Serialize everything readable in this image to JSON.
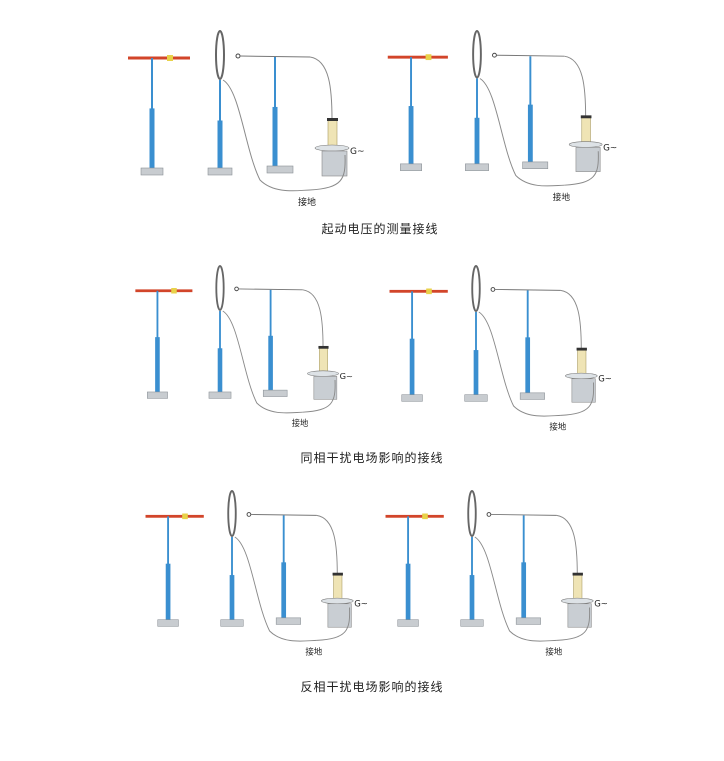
{
  "sections": [
    {
      "caption": "起动电压的测量接线",
      "ground_label": "接地",
      "generator_label": "G~"
    },
    {
      "caption": "同相干扰电场影响的接线",
      "ground_label": "接地",
      "generator_label": "G~"
    },
    {
      "caption": "反相干扰电场影响的接线",
      "ground_label": "接地",
      "generator_label": "G~"
    }
  ],
  "colors": {
    "pole": "#3a8fd0",
    "probe_bar": "#d2452a",
    "probe_mark": "#e8d24a",
    "wire": "#8a8a8a",
    "base": "#c8ccd0",
    "bushing": "#efe4b5",
    "tank": "#c9ced3"
  }
}
